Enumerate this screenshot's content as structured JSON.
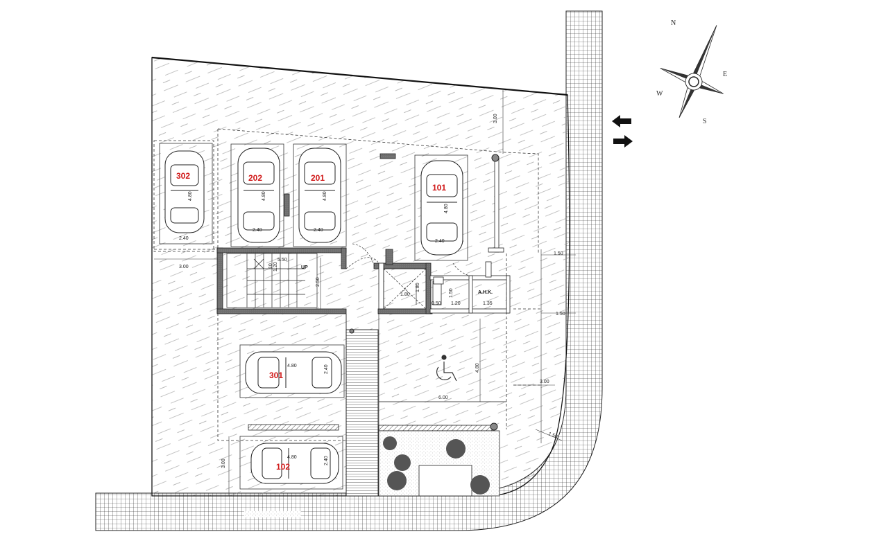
{
  "colors": {
    "slot_label": "#d01818",
    "hatch": "#7a7a7a",
    "wall": "#6f6f6f",
    "line": "#222222",
    "shrub": "#555555"
  },
  "compass": {
    "north": "N",
    "east": "E",
    "south": "S",
    "west": "W"
  },
  "parking_spaces": {
    "s302": {
      "label": "302",
      "length": "4.80",
      "width": "2.40"
    },
    "s202": {
      "label": "202",
      "length": "4.80",
      "width": "2.40"
    },
    "s201": {
      "label": "201",
      "length": "4.80",
      "width": "2.40"
    },
    "s101": {
      "label": "101",
      "length": "4.80",
      "width": "2.40"
    },
    "s301": {
      "label": "301",
      "length": "4.80",
      "width": "2.40"
    },
    "s102": {
      "label": "102",
      "length": "4.80",
      "width": "2.40"
    }
  },
  "dimensions": {
    "setback_top": "3.00",
    "left_aisle": "3.00",
    "stair_550": "5.50",
    "stair_120": "1.20",
    "stair_10": "10",
    "lobby_250": "2.50",
    "shaft_180_h": "1.80",
    "shaft_180_v": "1.80",
    "wc_150": "1.50",
    "room_050": "0.50",
    "room_120": "1.20",
    "room_135": "1.35",
    "right_150_a": "1.50",
    "right_150_b": "1.50",
    "right_300": "3.00",
    "right_150_c": "1.50",
    "accessible_480": "4.80",
    "accessible_600": "6.00",
    "bottom_300": "3.00"
  },
  "labels": {
    "up": "UP",
    "ahk": "A.H.K."
  },
  "icons": {
    "wheelchair": "wheelchair-icon",
    "entry": "arrow-left-icon",
    "exit": "arrow-right-icon",
    "compass": "compass-rose-icon"
  }
}
